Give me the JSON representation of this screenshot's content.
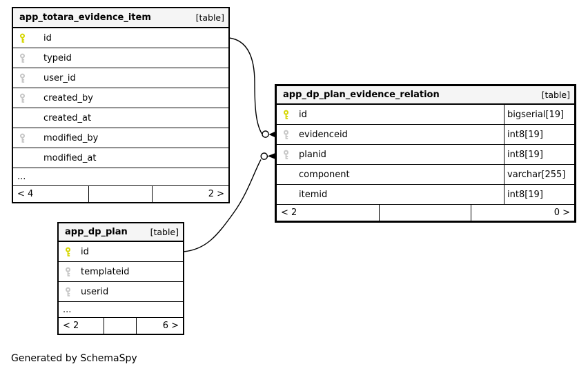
{
  "colors": {
    "header_bg": "#f5f5f5",
    "border": "#000000",
    "primary_key_icon": "#d6d600",
    "foreign_key_icon": "#c6c6c6",
    "background": "#ffffff"
  },
  "generated_note": "Generated by SchemaSpy",
  "tables": [
    {
      "name": "app_totara_evidence_item",
      "tag": "[table]",
      "columns": [
        {
          "name": "id",
          "key": "primary"
        },
        {
          "name": "typeid",
          "key": "foreign"
        },
        {
          "name": "user_id",
          "key": "foreign"
        },
        {
          "name": "created_by",
          "key": "foreign"
        },
        {
          "name": "created_at",
          "key": "none"
        },
        {
          "name": "modified_by",
          "key": "foreign"
        },
        {
          "name": "modified_at",
          "key": "none"
        }
      ],
      "more_indicator": "...",
      "pagination": {
        "left": "< 4",
        "right": "2 >"
      }
    },
    {
      "name": "app_dp_plan_evidence_relation",
      "tag": "[table]",
      "columns": [
        {
          "name": "id",
          "key": "primary",
          "type": "bigserial[19]"
        },
        {
          "name": "evidenceid",
          "key": "foreign",
          "type": "int8[19]"
        },
        {
          "name": "planid",
          "key": "foreign",
          "type": "int8[19]"
        },
        {
          "name": "component",
          "key": "none",
          "type": "varchar[255]"
        },
        {
          "name": "itemid",
          "key": "none",
          "type": "int8[19]"
        }
      ],
      "pagination": {
        "left": "< 2",
        "right": "0 >"
      }
    },
    {
      "name": "app_dp_plan",
      "tag": "[table]",
      "columns": [
        {
          "name": "id",
          "key": "primary"
        },
        {
          "name": "templateid",
          "key": "foreign"
        },
        {
          "name": "userid",
          "key": "foreign"
        }
      ],
      "more_indicator": "...",
      "pagination": {
        "left": "< 2",
        "right": "6 >"
      }
    }
  ],
  "relationships": [
    {
      "from": "app_totara_evidence_item.id",
      "to": "app_dp_plan_evidence_relation.evidenceid"
    },
    {
      "from": "app_dp_plan.id",
      "to": "app_dp_plan_evidence_relation.planid"
    }
  ]
}
